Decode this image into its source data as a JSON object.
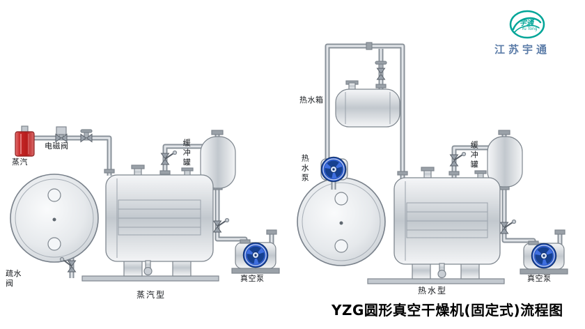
{
  "page": {
    "title": "YZG圆形真空干燥机(固定式)流程图",
    "background": "#ffffff"
  },
  "logo": {
    "company": "江苏宇通",
    "mark": "宇通",
    "mark_sub": "Yu Tong",
    "teal": "#00a598",
    "company_color": "#5b7ca8"
  },
  "diagrams": {
    "left": {
      "type_label": "蒸汽型",
      "labels": {
        "steam": "蒸汽",
        "solenoid_valve": "电磁阀",
        "buffer_tank": "缓冲罐",
        "drain_valve": "疏水阀",
        "vacuum_pump": "真空泵"
      }
    },
    "right": {
      "type_label": "热水型",
      "labels": {
        "hot_water_tank": "热水箱",
        "hot_water_pump": "热水泵",
        "buffer_tank": "缓冲罐",
        "vacuum_pump": "真空泵"
      }
    }
  },
  "colors": {
    "steam_red": "#c62828",
    "pump_blue": "#2a58c8",
    "pump_blade_blue": "#16408f",
    "metal_light": "#e2e5e8",
    "metal_mid": "#c2c8ce",
    "pipe_gray": "#8a929a",
    "outline": "#7e868e"
  }
}
